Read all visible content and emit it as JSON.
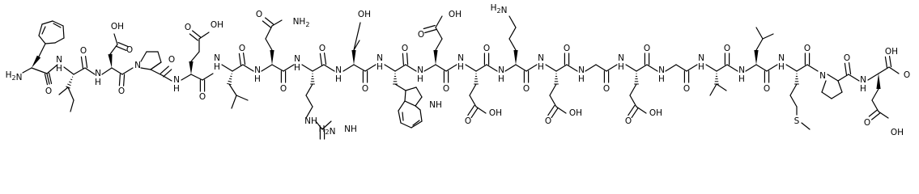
{
  "molecule": {
    "atom_labels": {
      "amine_terminal": "H2N",
      "nitrogen": "N",
      "amide_nh": "N\nH",
      "oxygen": "O",
      "hydroxyl": "OH",
      "amide_nh2": "NH2",
      "amine_nh2": "H2N",
      "imine_nh": "NH",
      "indole_nh": "NH",
      "sulfur": "S"
    }
  }
}
